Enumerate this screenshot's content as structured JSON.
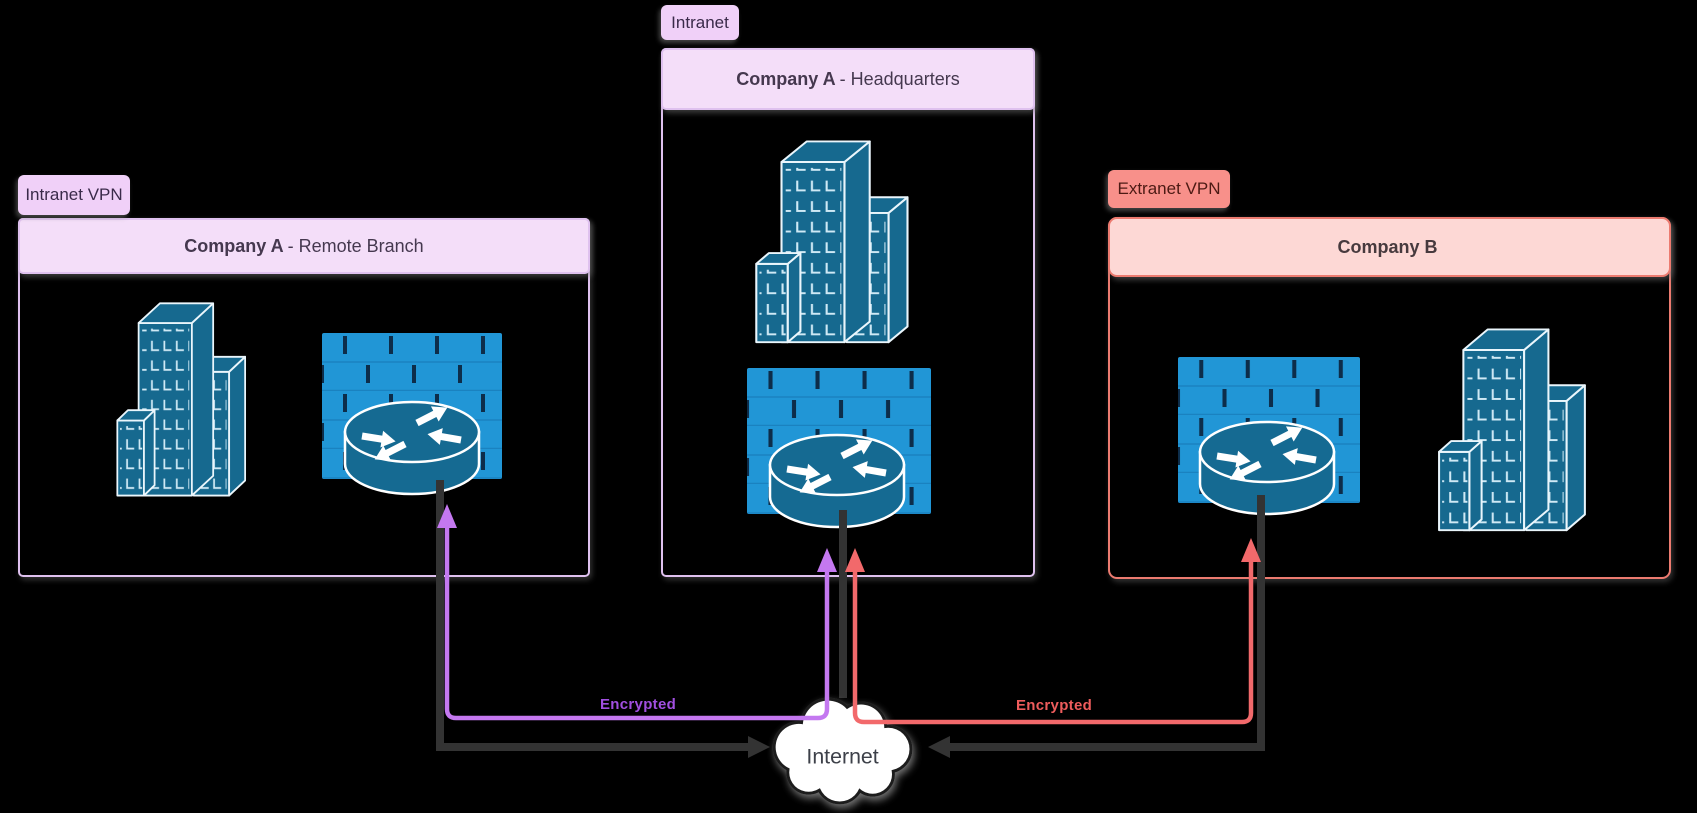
{
  "diagram": {
    "background": "#000000",
    "tags": {
      "intranet_vpn": "Intranet VPN",
      "intranet": "Intranet",
      "extranet_vpn": "Extranet VPN"
    },
    "sites": {
      "remote_branch": {
        "name_bold": "Company A",
        "name_rest": " - Remote Branch"
      },
      "headquarters": {
        "name_bold": "Company A",
        "name_rest": " - Headquarters"
      },
      "company_b": {
        "name_bold": "Company B",
        "name_rest": ""
      }
    },
    "tunnels": {
      "intranet": {
        "label": "Encrypted",
        "color": "#c478f0"
      },
      "extranet": {
        "label": "Encrypted",
        "color": "#f2696b"
      }
    },
    "cloud": {
      "label": "Internet"
    },
    "colors": {
      "lavender_border": "#dfc1ef",
      "lavender_fill": "#f4def9",
      "tag_purple_fill": "#f0d0f8",
      "salmon_border": "#ec7b70",
      "pink_fill": "#fdd8d5",
      "tag_salmon_fill": "#f8908a",
      "firewall_blue": "#2196d6",
      "device_teal": "#156a92",
      "black_link": "#333333"
    }
  }
}
